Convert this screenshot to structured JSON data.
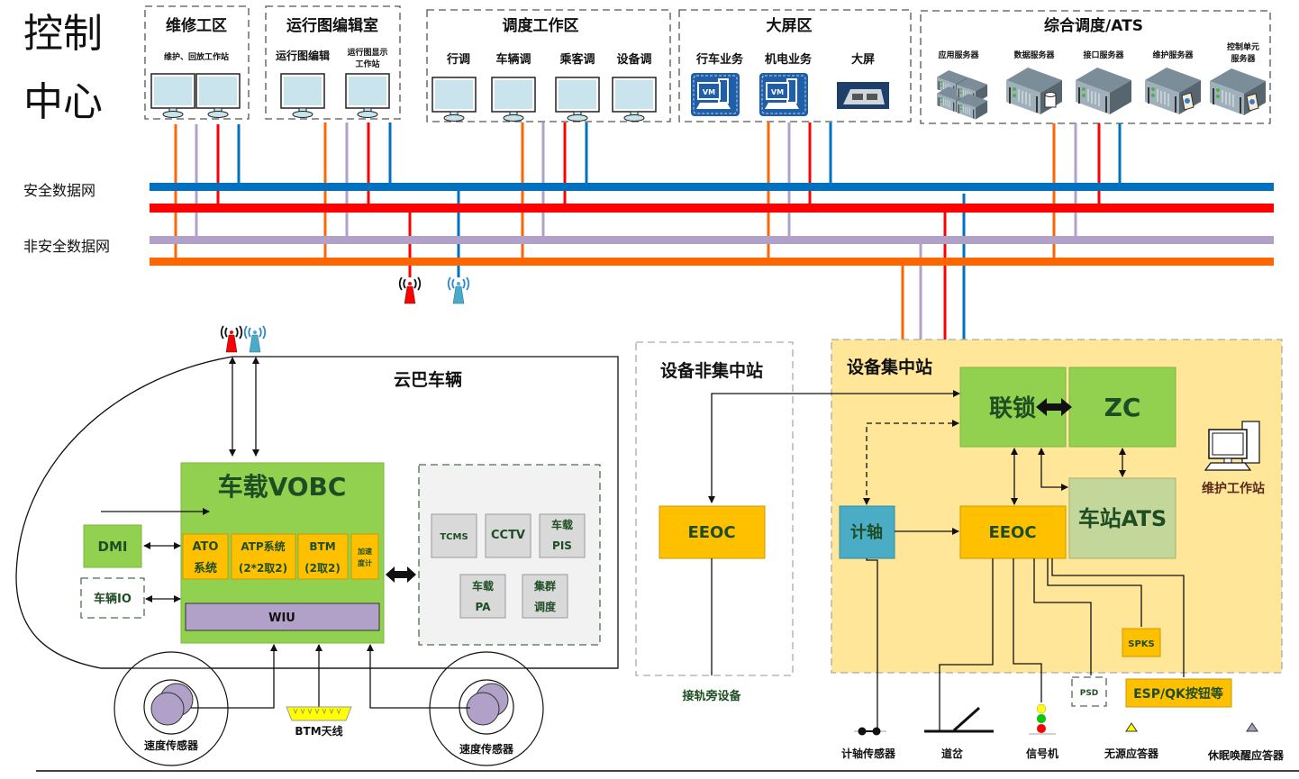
{
  "control_center": {
    "title_line1": "控制",
    "title_line2": "中心",
    "zones": [
      {
        "title": "维修工区",
        "items": [
          {
            "label": "维护、回放工作站",
            "icon": "monitor-icon"
          }
        ]
      },
      {
        "title": "运行图编辑室",
        "items": [
          {
            "label": "运行图编辑",
            "icon": "monitor-icon"
          },
          {
            "label_line1": "运行图显示",
            "label_line2": "工作站",
            "icon": "monitor-icon"
          }
        ]
      },
      {
        "title": "调度工作区",
        "items": [
          {
            "label": "行调",
            "icon": "monitor-icon"
          },
          {
            "label": "车辆调",
            "icon": "monitor-icon"
          },
          {
            "label": "乘客调",
            "icon": "monitor-icon"
          },
          {
            "label": "设备调",
            "icon": "monitor-icon"
          }
        ]
      },
      {
        "title": "大屏区",
        "items": [
          {
            "label": "行车业务",
            "icon": "vm-icon",
            "badge": "VM"
          },
          {
            "label": "机电业务",
            "icon": "vm-icon",
            "badge": "VM"
          },
          {
            "label": "大屏",
            "icon": "big-screen-icon"
          }
        ]
      },
      {
        "title": "综合调度/ATS",
        "items": [
          {
            "label": "应用服务器",
            "icon": "server-stack-icon"
          },
          {
            "label": "数据服务器",
            "icon": "database-server-icon"
          },
          {
            "label": "接口服务器",
            "icon": "server-icon"
          },
          {
            "label": "维护服务器",
            "icon": "web-server-icon"
          },
          {
            "label_line1": "控制单元",
            "label_line2": "服务器",
            "icon": "web-server-icon"
          }
        ]
      }
    ]
  },
  "networks": {
    "safe_label": "安全数据网",
    "unsafe_label": "非安全数据网",
    "colors": {
      "blue": "#0070c0",
      "red": "#ff0000",
      "purple": "#b1a0c7",
      "orange": "#ff6600"
    }
  },
  "vehicle": {
    "title": "云巴车辆",
    "vobc_title": "车载VOBC",
    "modules": [
      {
        "line1": "ATO",
        "line2": "系统"
      },
      {
        "line1": "ATP系统",
        "line2": "(2*2取2)"
      },
      {
        "line1": "BTM",
        "line2": "(2取2)"
      },
      {
        "line1": "加速",
        "line2": "度计"
      }
    ],
    "wiu": "WIU",
    "dmi": "DMI",
    "vehicle_io": "车辆IO",
    "subsystems": [
      {
        "line1": "TCMS"
      },
      {
        "line1": "CCTV"
      },
      {
        "line1": "车载",
        "line2": "PIS"
      },
      {
        "line1": "车载",
        "line2": "PA"
      },
      {
        "line1": "集群",
        "line2": "调度"
      }
    ],
    "speed_sensor": "速度传感器",
    "btm_antenna": "BTM天线"
  },
  "non_central_station": {
    "title": "设备非集中站",
    "eeoc": "EEOC",
    "trackside": "接轨旁设备"
  },
  "central_station": {
    "title": "设备集中站",
    "interlock": "联锁",
    "zc": "ZC",
    "axle_counter": "计轴",
    "eeoc": "EEOC",
    "station_ats": "车站ATS",
    "maintenance_ws": "维护工作站",
    "spks": "SPKS",
    "psd": "PSD",
    "esp": "ESP/QK按钮等"
  },
  "field_devices": [
    {
      "label": "计轴传感器",
      "icon": "axle-sensor-icon"
    },
    {
      "label": "道岔",
      "icon": "switch-icon"
    },
    {
      "label": "信号机",
      "icon": "signal-light-icon"
    },
    {
      "label": "无源应答器",
      "icon": "passive-balise-icon"
    },
    {
      "label": "休眠唤醒应答器",
      "icon": "wake-balise-icon"
    }
  ]
}
